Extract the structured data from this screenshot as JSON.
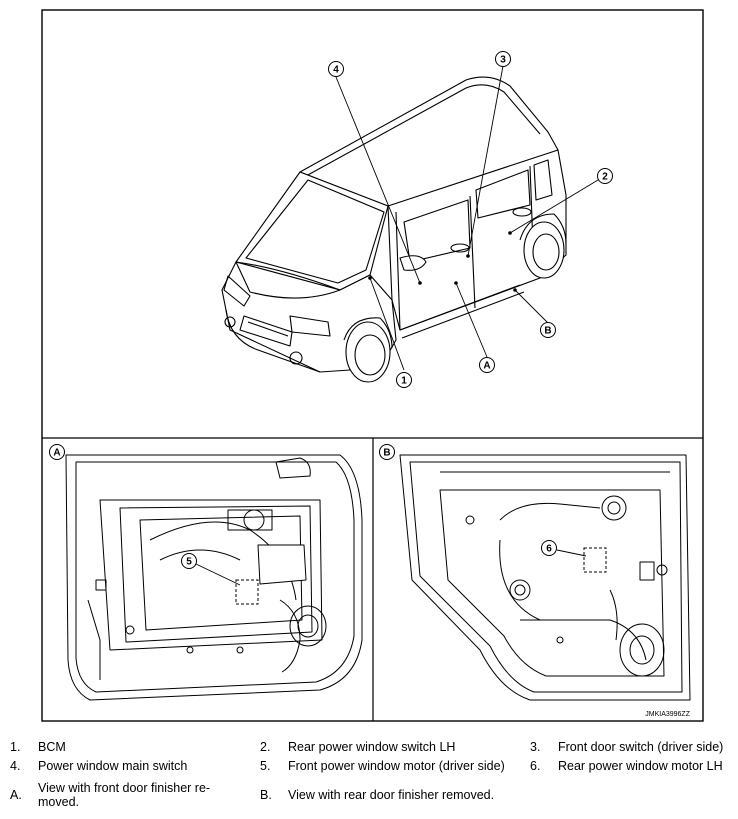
{
  "diagram": {
    "image_code": "JMKIA3996ZZ",
    "callouts": [
      "1",
      "2",
      "3",
      "4",
      "5",
      "6"
    ],
    "view_markers": [
      "A",
      "B"
    ]
  },
  "legend": [
    {
      "num": "1.",
      "text": "BCM"
    },
    {
      "num": "2.",
      "text": "Rear power window switch LH"
    },
    {
      "num": "3.",
      "text": "Front door switch (driver side)"
    },
    {
      "num": "4.",
      "text": "Power window main switch"
    },
    {
      "num": "5.",
      "text": "Front power window motor (driver side)"
    },
    {
      "num": "6.",
      "text": "Rear power window motor LH"
    },
    {
      "num": "A.",
      "text": "View with front door finisher re-moved."
    },
    {
      "num": "B.",
      "text": "View with rear door finisher removed."
    }
  ]
}
